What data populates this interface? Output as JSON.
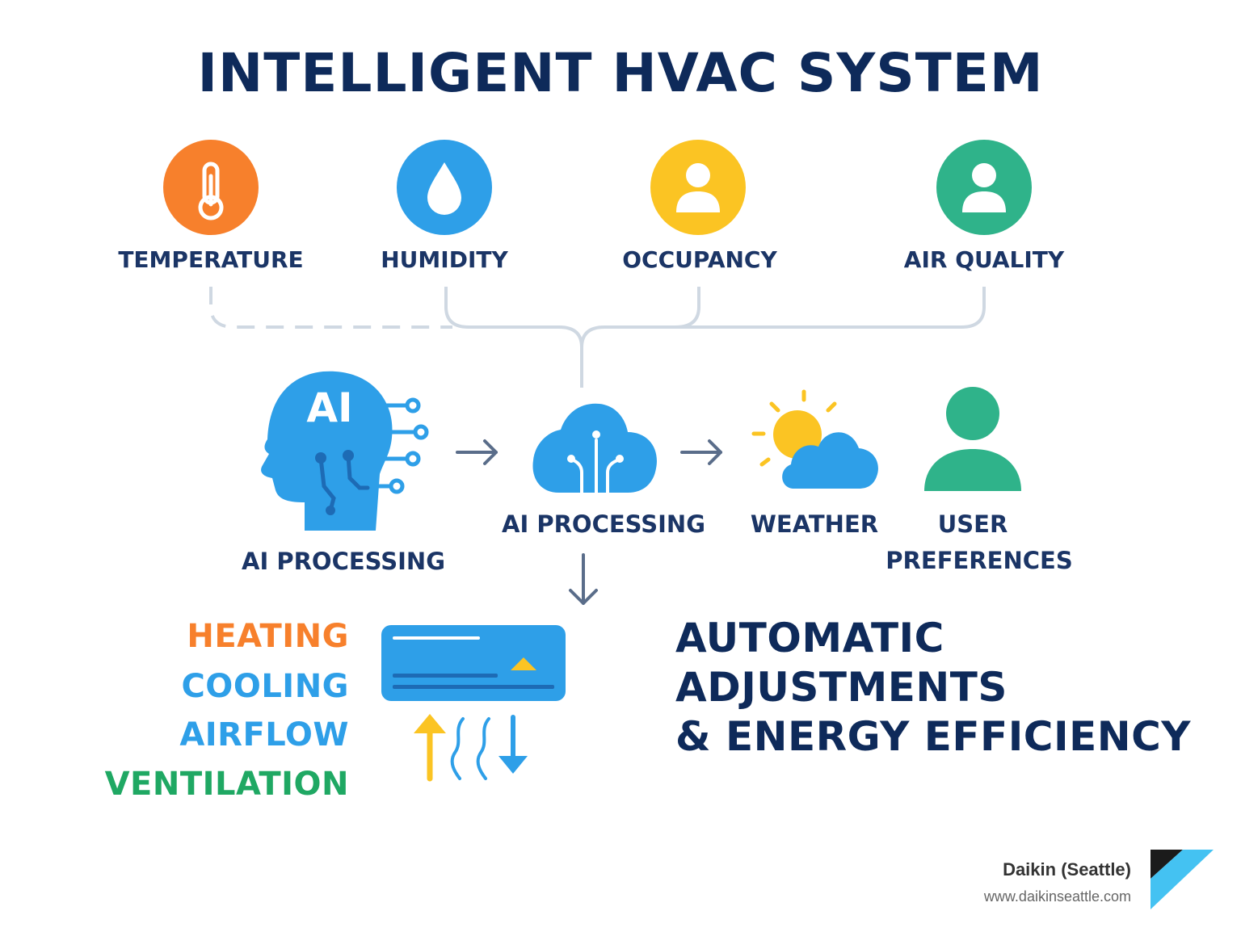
{
  "title": "INTELLIGENT HVAC SYSTEM",
  "sensors": [
    {
      "label": "TEMPERATURE",
      "icon": "thermometer-icon",
      "color": "#f7802c"
    },
    {
      "label": "HUMIDITY",
      "icon": "water-drop-icon",
      "color": "#2e9fe8"
    },
    {
      "label": "OCCUPANCY",
      "icon": "person-icon",
      "color": "#fbc423"
    },
    {
      "label": "AIR QUALITY",
      "icon": "person-icon",
      "color": "#2fb38a"
    }
  ],
  "flow": {
    "ai_head_label": "AI PROCESSING",
    "ai_head_text": "AI",
    "cloud_label": "AI PROCESSING",
    "weather_label": "WEATHER",
    "user_label_line1": "USER",
    "user_label_line2": "PREFERENCES"
  },
  "modes": [
    {
      "label": "HEATING",
      "color": "#f7802c"
    },
    {
      "label": "COOLING",
      "color": "#2e9fe8"
    },
    {
      "label": "AIRFLOW",
      "color": "#2e9fe8"
    },
    {
      "label": "VENTILATION",
      "color": "#1fa863"
    }
  ],
  "result": {
    "line1": "AUTOMATIC",
    "line2": "ADJUSTMENTS",
    "line3": "& ENERGY EFFICIENCY"
  },
  "brand": {
    "name": "Daikin (Seattle)",
    "url": "www.daikinseattle.com"
  },
  "colors": {
    "navy": "#0e2a5a",
    "blue": "#2e9fe8",
    "connector": "#cfd8e2",
    "arrow": "#5a6d8a"
  }
}
